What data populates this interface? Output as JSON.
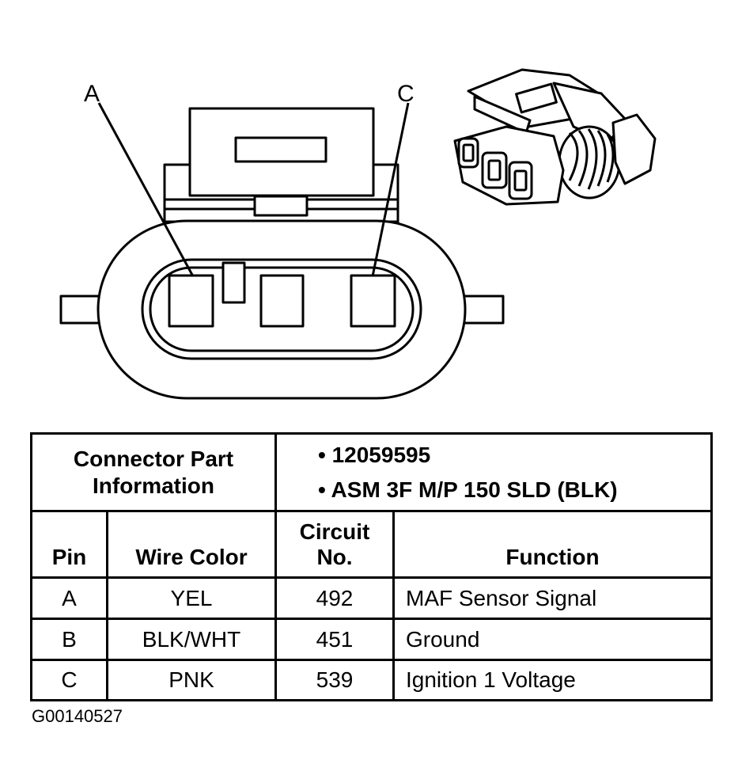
{
  "diagram": {
    "pin_labels": {
      "left": "A",
      "right": "C"
    }
  },
  "table": {
    "connector_part_information": "Connector Part Information",
    "part_numbers": [
      "12059595",
      "ASM 3F M/P 150 SLD (BLK)"
    ],
    "columns": {
      "pin": "Pin",
      "wire_color": "Wire Color",
      "circuit_line1": "Circuit",
      "circuit_line2": "No.",
      "function": "Function"
    },
    "rows": [
      {
        "pin": "A",
        "wire_color": "YEL",
        "circuit": "492",
        "function": "MAF Sensor Signal"
      },
      {
        "pin": "B",
        "wire_color": "BLK/WHT",
        "circuit": "451",
        "function": "Ground"
      },
      {
        "pin": "C",
        "wire_color": "PNK",
        "circuit": "539",
        "function": "Ignition 1 Voltage"
      }
    ]
  },
  "figure_code": "G00140527"
}
